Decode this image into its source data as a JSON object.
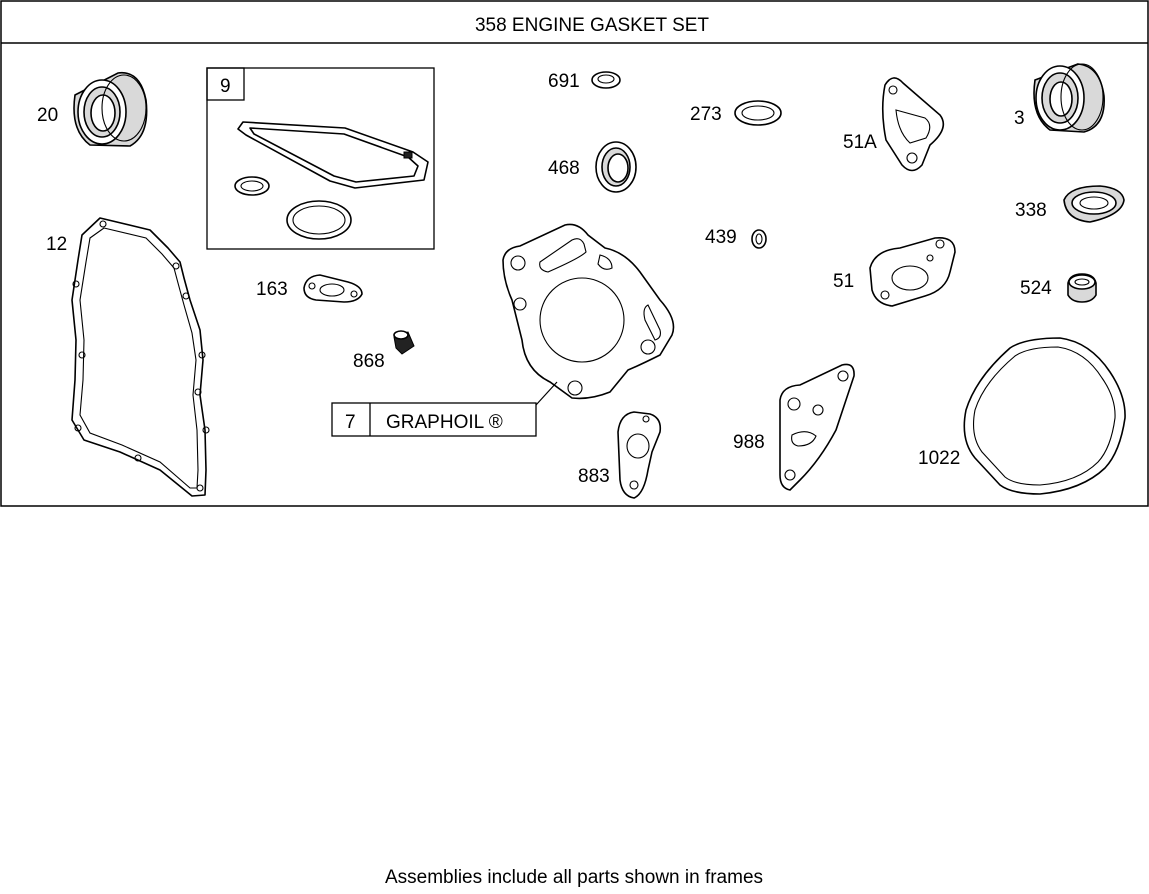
{
  "title": "358 ENGINE GASKET SET",
  "footer": "Assemblies include all parts shown in frames",
  "parts": {
    "p20": "20",
    "p9": "9",
    "p691": "691",
    "p273": "273",
    "p51a": "51A",
    "p3": "3",
    "p468": "468",
    "p12": "12",
    "p439": "439",
    "p338": "338",
    "p163": "163",
    "p51": "51",
    "p524": "524",
    "p868": "868",
    "p7": "7",
    "graphoil": "GRAPHOIL ®",
    "p988": "988",
    "p1022": "1022",
    "p883": "883"
  }
}
